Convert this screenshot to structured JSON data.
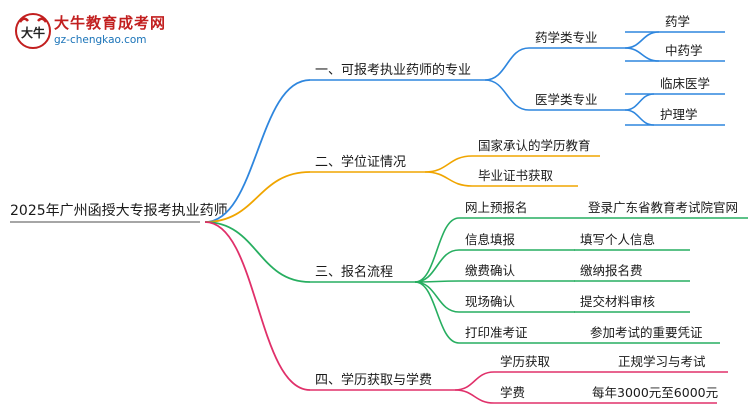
{
  "logo": {
    "title": "大牛教育成考网",
    "url": "gz-chengkao.com",
    "mark_text": "大牛"
  },
  "colors": {
    "branch1": "#2e86de",
    "branch2": "#f0a500",
    "branch3": "#27ae60",
    "branch4": "#e0306a",
    "root_line": "#888888"
  },
  "root": {
    "label": "2025年广州函授大专报考执业药师"
  },
  "branches": [
    {
      "label": "一、可报考执业药师的专业",
      "children": [
        {
          "label": "药学类专业",
          "children": [
            {
              "label": "药学"
            },
            {
              "label": "中药学"
            }
          ]
        },
        {
          "label": "医学类专业",
          "children": [
            {
              "label": "临床医学"
            },
            {
              "label": "护理学"
            }
          ]
        }
      ]
    },
    {
      "label": "二、学位证情况",
      "children": [
        {
          "label": "国家承认的学历教育"
        },
        {
          "label": "毕业证书获取"
        }
      ]
    },
    {
      "label": "三、报名流程",
      "children": [
        {
          "label": "网上预报名",
          "children": [
            {
              "label": "登录广东省教育考试院官网"
            }
          ]
        },
        {
          "label": "信息填报",
          "children": [
            {
              "label": "填写个人信息"
            }
          ]
        },
        {
          "label": "缴费确认",
          "children": [
            {
              "label": "缴纳报名费"
            }
          ]
        },
        {
          "label": "现场确认",
          "children": [
            {
              "label": "提交材料审核"
            }
          ]
        },
        {
          "label": "打印准考证",
          "children": [
            {
              "label": "参加考试的重要凭证"
            }
          ]
        }
      ]
    },
    {
      "label": "四、学历获取与学费",
      "children": [
        {
          "label": "学历获取",
          "children": [
            {
              "label": "正规学习与考试"
            }
          ]
        },
        {
          "label": "学费",
          "children": [
            {
              "label": "每年3000元至6000元"
            }
          ]
        }
      ]
    }
  ]
}
